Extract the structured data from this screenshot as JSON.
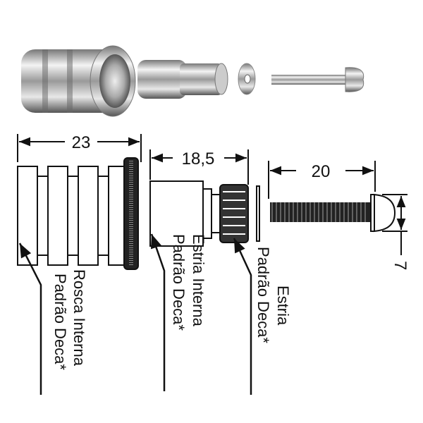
{
  "dimensions": {
    "body_length": "23",
    "spline_length": "18,5",
    "screw_length": "20",
    "screw_head": "7"
  },
  "labels": {
    "body": {
      "line1": "Rosca Interna",
      "line2": "Padrão Deca*"
    },
    "adapter": {
      "line1": "Estria Interna",
      "line2": "Padrão Deca*"
    },
    "spline": {
      "line1": "Estria",
      "line2": "Padrão Deca*"
    }
  }
}
